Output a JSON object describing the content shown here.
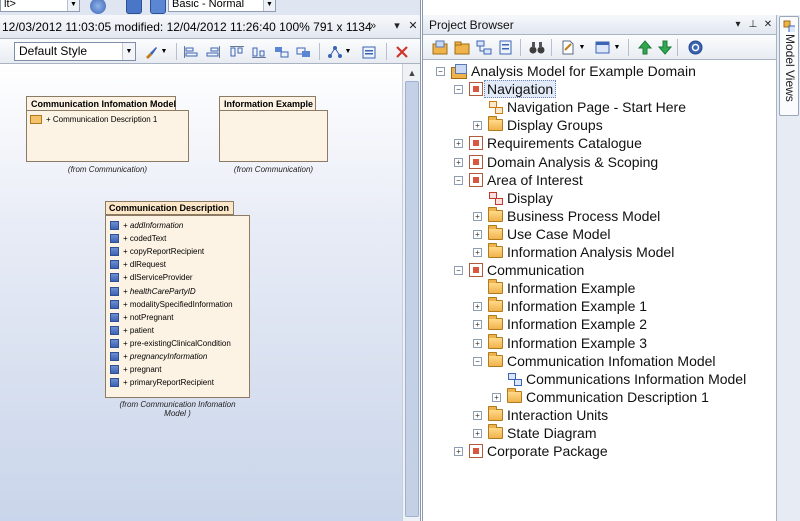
{
  "left": {
    "top_strip": {
      "combo1_text": "lt>",
      "combo2_text": "Basic - Normal"
    },
    "info": {
      "text": "12/03/2012 11:03:05  modified: 12/04/2012 11:26:40  100%  791 x 1134"
    },
    "toolbar": {
      "style_value": "Default Style"
    },
    "diagram": {
      "packages": [
        {
          "title": "Communication Infomation Model",
          "entry": "+ Communication Description 1",
          "from": "(from Communication)"
        },
        {
          "title": "Information Example",
          "from": "(from Communication)"
        }
      ],
      "class": {
        "title": "Communication Description 1",
        "from_line1": "(from Communication Infomation",
        "from_line2": "Model )",
        "attributes": [
          {
            "name": "+ addInformation",
            "italic": true
          },
          {
            "name": "+ codedText",
            "italic": false
          },
          {
            "name": "+ copyReportRecipient",
            "italic": false
          },
          {
            "name": "+ dlRequest",
            "italic": false
          },
          {
            "name": "+ dlServiceProvider",
            "italic": false
          },
          {
            "name": "+ healthCarePartyID",
            "italic": true
          },
          {
            "name": "+ modalitySpecifiedInformation",
            "italic": false
          },
          {
            "name": "+ notPregnant",
            "italic": false
          },
          {
            "name": "+ patient",
            "italic": false
          },
          {
            "name": "+ pre-existingClinicalCondition",
            "italic": false
          },
          {
            "name": "+ pregnancyInformation",
            "italic": true
          },
          {
            "name": "+ pregnant",
            "italic": false
          },
          {
            "name": "+ primaryReportRecipient",
            "italic": false
          }
        ]
      }
    }
  },
  "right": {
    "title": "Project Browser",
    "side_tab": "Model Views",
    "tree": [
      {
        "label": "Analysis Model for Example Domain",
        "icon": "model-icon",
        "level": 0,
        "exp": "-"
      },
      {
        "label": "Navigation",
        "icon": "package-icon",
        "level": 1,
        "exp": "-",
        "selected": true
      },
      {
        "label": "Navigation Page - Start Here",
        "icon": "diagram-icon-orange",
        "level": 2,
        "exp": ""
      },
      {
        "label": "Display Groups",
        "icon": "folder-icon",
        "level": 2,
        "exp": "+"
      },
      {
        "label": "Requirements Catalogue",
        "icon": "package-icon",
        "level": 1,
        "exp": "+"
      },
      {
        "label": "Domain Analysis & Scoping",
        "icon": "package-icon",
        "level": 1,
        "exp": "+"
      },
      {
        "label": "Area of Interest",
        "icon": "package-icon",
        "level": 1,
        "exp": "-"
      },
      {
        "label": "Display",
        "icon": "diagram-icon-red",
        "level": 2,
        "exp": ""
      },
      {
        "label": "Business Process Model",
        "icon": "folder-icon",
        "level": 2,
        "exp": "+"
      },
      {
        "label": "Use Case Model",
        "icon": "folder-icon",
        "level": 2,
        "exp": "+"
      },
      {
        "label": "Information Analysis Model",
        "icon": "folder-icon",
        "level": 2,
        "exp": "+"
      },
      {
        "label": "Communication",
        "icon": "package-icon",
        "level": 1,
        "exp": "-"
      },
      {
        "label": "Information Example",
        "icon": "folder-icon",
        "level": 2,
        "exp": ""
      },
      {
        "label": "Information Example 1",
        "icon": "folder-icon",
        "level": 2,
        "exp": "+"
      },
      {
        "label": "Information Example 2",
        "icon": "folder-icon",
        "level": 2,
        "exp": "+"
      },
      {
        "label": "Information Example 3",
        "icon": "folder-icon",
        "level": 2,
        "exp": "+"
      },
      {
        "label": "Communication Infomation Model",
        "icon": "folder-icon",
        "level": 2,
        "exp": "-"
      },
      {
        "label": "Communications Information Model",
        "icon": "diagram-icon",
        "level": 3,
        "exp": ""
      },
      {
        "label": "Communication Description 1",
        "icon": "folder-icon",
        "level": 3,
        "exp": "+"
      },
      {
        "label": "Interaction Units",
        "icon": "folder-icon",
        "level": 2,
        "exp": "+"
      },
      {
        "label": "State Diagram",
        "icon": "folder-icon",
        "level": 2,
        "exp": "+"
      },
      {
        "label": "Corporate Package",
        "icon": "package-icon",
        "level": 1,
        "exp": "+"
      }
    ]
  }
}
